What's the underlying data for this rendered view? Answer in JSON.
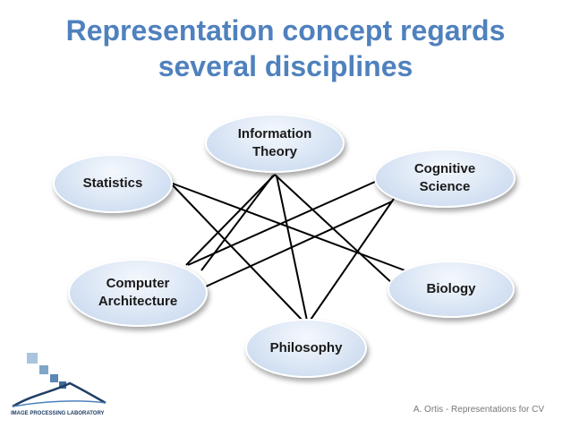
{
  "slide": {
    "title_line1": "Representation concept regards",
    "title_line2": "several disciplines",
    "footer": "A. Ortis - Representations for CV"
  },
  "nodes": {
    "information_theory": "Information\nTheory",
    "statistics": "Statistics",
    "cognitive_science": "Cognitive\nScience",
    "computer_architecture": "Computer\nArchitecture",
    "biology": "Biology",
    "philosophy": "Philosophy"
  },
  "logo": {
    "text": "IMAGE PROCESSING LABORATORY"
  },
  "colors": {
    "title": "#4f81bd",
    "node_fill": "#dfe9f6",
    "link": "#000000"
  }
}
